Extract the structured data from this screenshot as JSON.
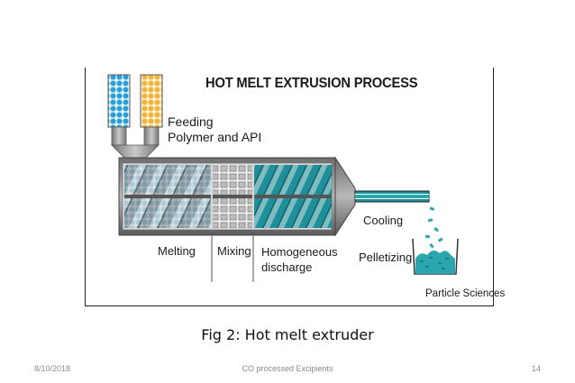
{
  "diagram": {
    "title": "HOT MELT EXTRUSION PROCESS",
    "feeding_line1": "Feeding",
    "feeding_line2": "Polymer and API",
    "stage_melting": "Melting",
    "stage_mixing": "Mixing",
    "stage_homogeneous_line1": "Homogeneous",
    "stage_homogeneous_line2": "discharge",
    "cooling": "Cooling",
    "pelletizing": "Pelletizing",
    "source": "Particle Sciences",
    "colors": {
      "polymer_blue": "#2a9fd6",
      "api_yellow": "#f2b53a",
      "barrel_gray": "#8c8c8c",
      "screw_teal": "#1f8f9a",
      "pellet_teal": "#2aa6ae"
    }
  },
  "caption": "Fig 2: Hot melt extruder",
  "footer": {
    "date": "8/10/2018",
    "center": "CO processed Excipients",
    "page": "14"
  }
}
